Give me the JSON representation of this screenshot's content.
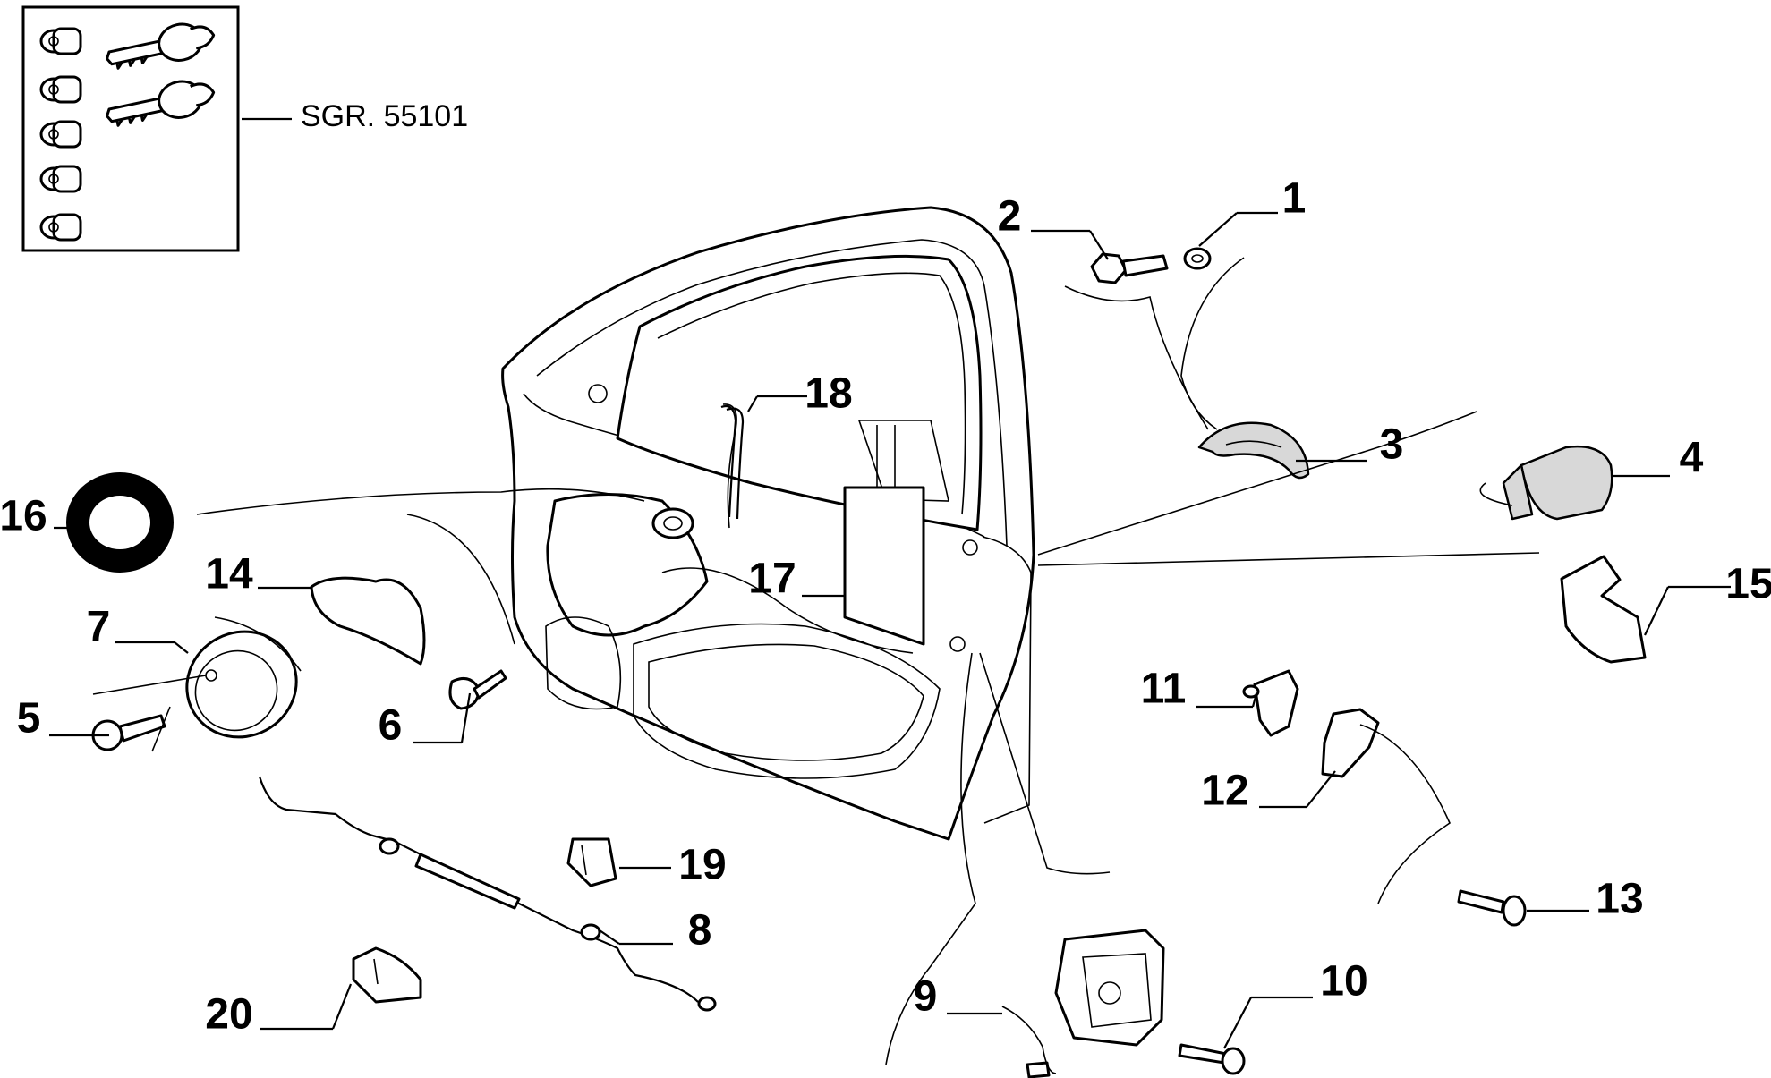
{
  "inset": {
    "reference": "SGR. 55101"
  },
  "callouts": [
    {
      "id": "1",
      "label": "1"
    },
    {
      "id": "2",
      "label": "2"
    },
    {
      "id": "3",
      "label": "3"
    },
    {
      "id": "4",
      "label": "4"
    },
    {
      "id": "5",
      "label": "5"
    },
    {
      "id": "6",
      "label": "6"
    },
    {
      "id": "7",
      "label": "7"
    },
    {
      "id": "8",
      "label": "8"
    },
    {
      "id": "9",
      "label": "9"
    },
    {
      "id": "10",
      "label": "10"
    },
    {
      "id": "11",
      "label": "11"
    },
    {
      "id": "12",
      "label": "12"
    },
    {
      "id": "13",
      "label": "13"
    },
    {
      "id": "14",
      "label": "14"
    },
    {
      "id": "15",
      "label": "15"
    },
    {
      "id": "16",
      "label": "16"
    },
    {
      "id": "17",
      "label": "17"
    },
    {
      "id": "18",
      "label": "18"
    },
    {
      "id": "19",
      "label": "19"
    },
    {
      "id": "20",
      "label": "20"
    }
  ]
}
